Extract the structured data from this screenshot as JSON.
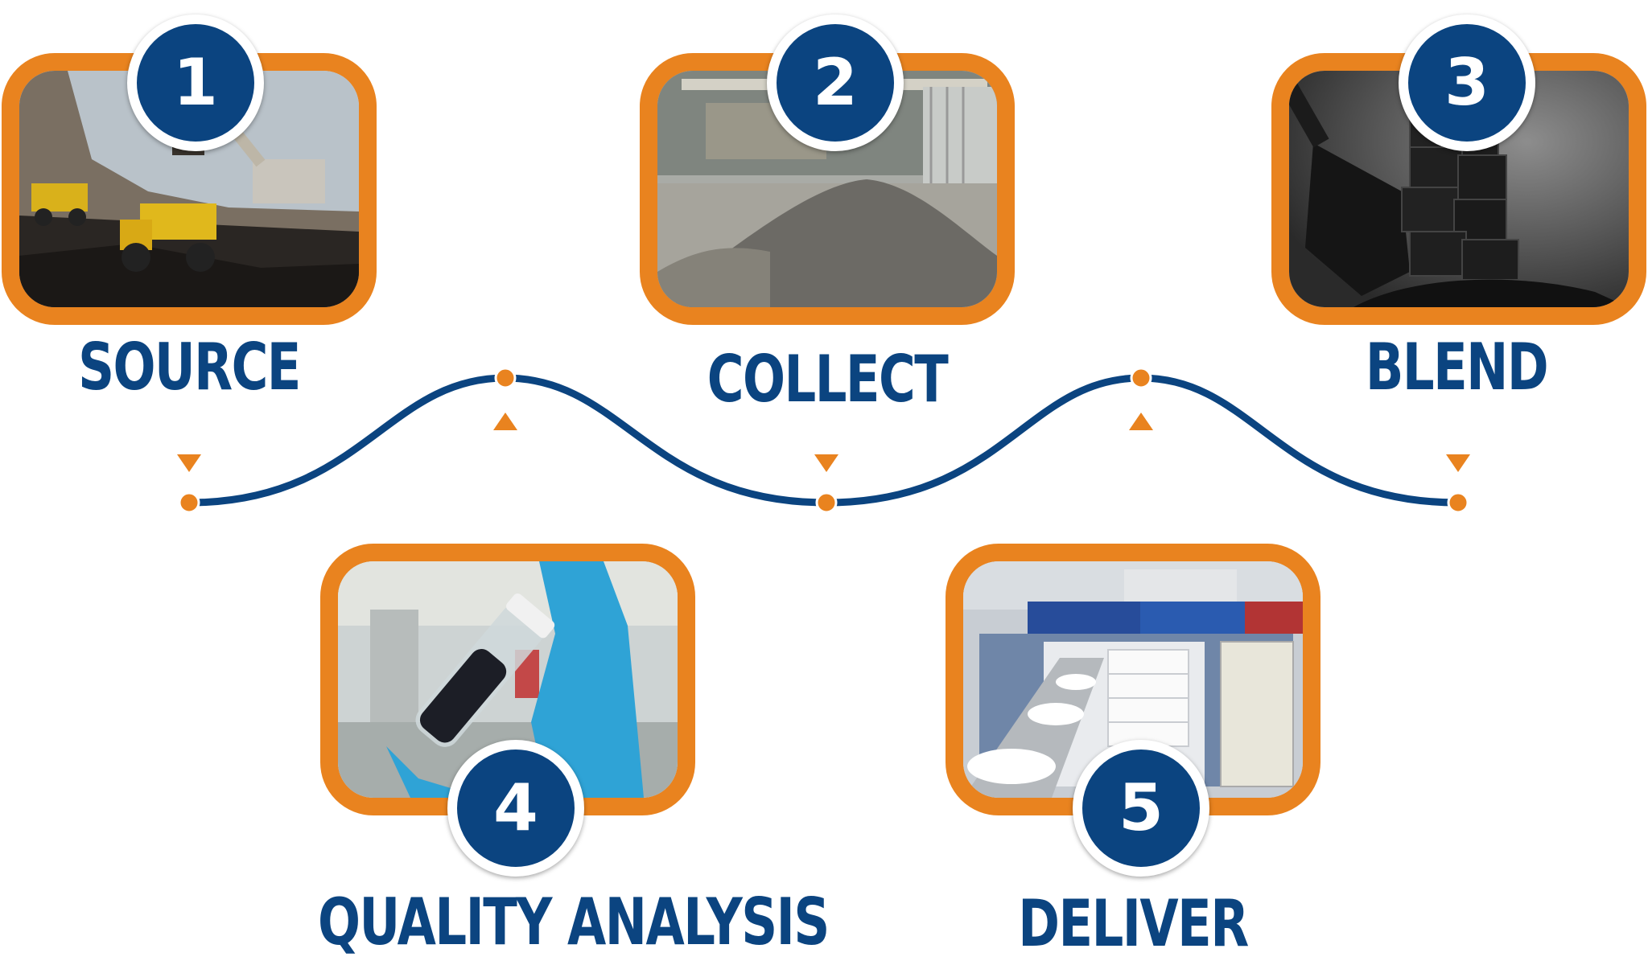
{
  "steps": [
    {
      "number": "1",
      "label": "SOURCE",
      "scene": "open-pit mine with excavators and haul trucks"
    },
    {
      "number": "2",
      "label": "COLLECT",
      "scene": "gravel stockpile inside warehouse"
    },
    {
      "number": "3",
      "label": "BLEND",
      "scene": "shovel with stacked black coal blocks"
    },
    {
      "number": "4",
      "label": "QUALITY ANALYSIS",
      "scene": "gloved hand holding sample vial of granules"
    },
    {
      "number": "5",
      "label": "DELIVER",
      "scene": "conveyor loading white bags into shipping container"
    }
  ],
  "colors": {
    "navy": "#0b4480",
    "orange": "#e9831f",
    "white": "#ffffff"
  }
}
